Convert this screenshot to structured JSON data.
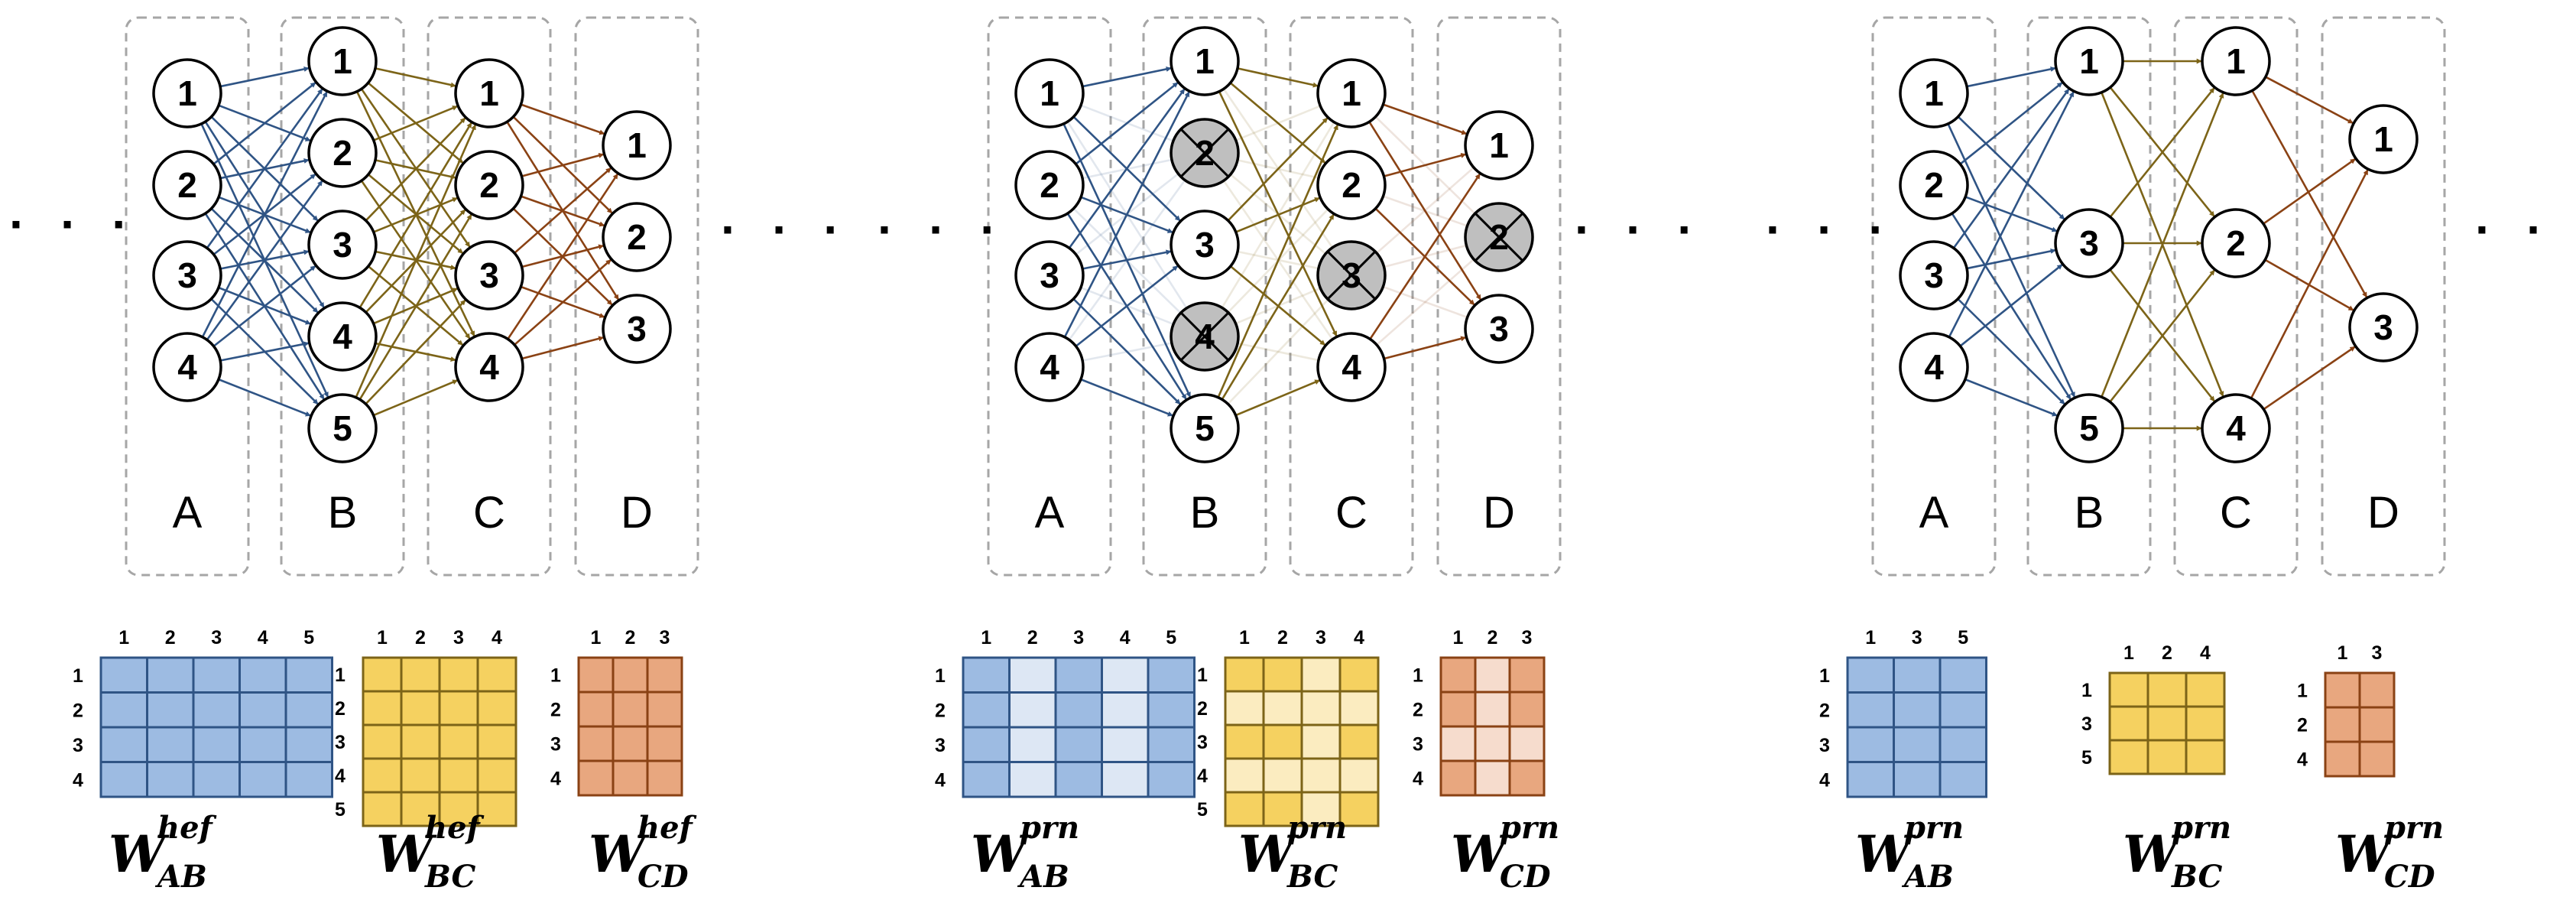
{
  "colors": {
    "ab": "#2f5485",
    "bc": "#7c6418",
    "cd": "#8a4214",
    "ab_fill": "#9dbbe2",
    "ab_fill_light": "#dde7f4",
    "bc_fill": "#f5d160",
    "bc_fill_light": "#fbecc0",
    "cd_fill": "#e8a77f",
    "cd_fill_light": "#f6dccd",
    "pruned_node": "#bfbfbf",
    "box_stroke": "#a6a6a6"
  },
  "ellipsis": "· · ·",
  "panels": [
    {
      "id": "hef",
      "layers": [
        {
          "name": "A",
          "nodes": [
            "1",
            "2",
            "3",
            "4"
          ],
          "pruned": []
        },
        {
          "name": "B",
          "nodes": [
            "1",
            "2",
            "3",
            "4",
            "5"
          ],
          "pruned": []
        },
        {
          "name": "C",
          "nodes": [
            "1",
            "2",
            "3",
            "4"
          ],
          "pruned": []
        },
        {
          "name": "D",
          "nodes": [
            "1",
            "2",
            "3"
          ],
          "pruned": []
        }
      ],
      "matrices": [
        {
          "key": "ab",
          "col_labels": [
            "1",
            "2",
            "3",
            "4",
            "5"
          ],
          "row_labels": [
            "1",
            "2",
            "3",
            "4"
          ],
          "light_cols": [],
          "light_rows": [],
          "label": {
            "main": "W",
            "sup": "hef",
            "sub": "AB"
          }
        },
        {
          "key": "bc",
          "col_labels": [
            "1",
            "2",
            "3",
            "4"
          ],
          "row_labels": [
            "1",
            "2",
            "3",
            "4",
            "5"
          ],
          "light_cols": [],
          "light_rows": [],
          "label": {
            "main": "W",
            "sup": "hef",
            "sub": "BC"
          }
        },
        {
          "key": "cd",
          "col_labels": [
            "1",
            "2",
            "3"
          ],
          "row_labels": [
            "1",
            "2",
            "3",
            "4"
          ],
          "light_cols": [],
          "light_rows": [],
          "label": {
            "main": "W",
            "sup": "hef",
            "sub": "CD"
          }
        }
      ]
    },
    {
      "id": "prn-masked",
      "layers": [
        {
          "name": "A",
          "nodes": [
            "1",
            "2",
            "3",
            "4"
          ],
          "pruned": []
        },
        {
          "name": "B",
          "nodes": [
            "1",
            "2",
            "3",
            "4",
            "5"
          ],
          "pruned": [
            "2",
            "4"
          ]
        },
        {
          "name": "C",
          "nodes": [
            "1",
            "2",
            "3",
            "4"
          ],
          "pruned": [
            "3"
          ]
        },
        {
          "name": "D",
          "nodes": [
            "1",
            "2",
            "3"
          ],
          "pruned": [
            "2"
          ]
        }
      ],
      "matrices": [
        {
          "key": "ab",
          "col_labels": [
            "1",
            "2",
            "3",
            "4",
            "5"
          ],
          "row_labels": [
            "1",
            "2",
            "3",
            "4"
          ],
          "light_cols": [
            1,
            3
          ],
          "light_rows": [],
          "label": {
            "main": "W",
            "sup": "prn",
            "sub": "AB"
          }
        },
        {
          "key": "bc",
          "col_labels": [
            "1",
            "2",
            "3",
            "4"
          ],
          "row_labels": [
            "1",
            "2",
            "3",
            "4",
            "5"
          ],
          "light_cols": [
            2
          ],
          "light_rows": [
            1,
            3
          ],
          "label": {
            "main": "W",
            "sup": "prn",
            "sub": "BC"
          }
        },
        {
          "key": "cd",
          "col_labels": [
            "1",
            "2",
            "3"
          ],
          "row_labels": [
            "1",
            "2",
            "3",
            "4"
          ],
          "light_cols": [
            1
          ],
          "light_rows": [
            2
          ],
          "label": {
            "main": "W",
            "sup": "prn",
            "sub": "CD"
          }
        }
      ]
    },
    {
      "id": "prn-compact",
      "layers": [
        {
          "name": "A",
          "nodes": [
            "1",
            "2",
            "3",
            "4"
          ],
          "pruned": []
        },
        {
          "name": "B",
          "nodes": [
            "1",
            "3",
            "5"
          ],
          "pruned": []
        },
        {
          "name": "C",
          "nodes": [
            "1",
            "2",
            "4"
          ],
          "pruned": []
        },
        {
          "name": "D",
          "nodes": [
            "1",
            "3"
          ],
          "pruned": []
        }
      ],
      "matrices": [
        {
          "key": "ab",
          "col_labels": [
            "1",
            "3",
            "5"
          ],
          "row_labels": [
            "1",
            "2",
            "3",
            "4"
          ],
          "light_cols": [],
          "light_rows": [],
          "label": {
            "main": "W",
            "sup": "prn",
            "sub": "AB"
          }
        },
        {
          "key": "bc",
          "col_labels": [
            "1",
            "2",
            "4"
          ],
          "row_labels": [
            "1",
            "3",
            "5"
          ],
          "light_cols": [],
          "light_rows": [],
          "label": {
            "main": "W",
            "sup": "prn",
            "sub": "BC"
          }
        },
        {
          "key": "cd",
          "col_labels": [
            "1",
            "3"
          ],
          "row_labels": [
            "1",
            "2",
            "4"
          ],
          "light_cols": [],
          "light_rows": [],
          "label": {
            "main": "W",
            "sup": "prn",
            "sub": "CD"
          }
        }
      ]
    }
  ]
}
